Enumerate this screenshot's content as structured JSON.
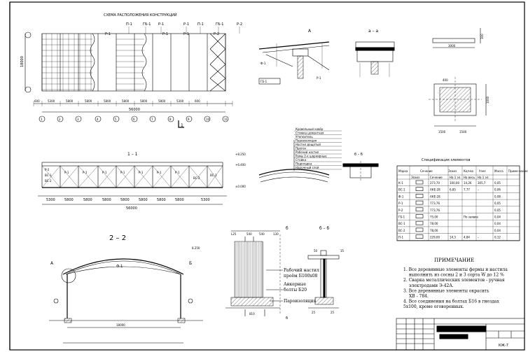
{
  "plan": {
    "title": "СХЕМА РАСПОЛОЖЕНИЯ КОНСТРУКЦИЙ",
    "marks_top": [
      "П-1",
      "ГБ-1",
      "Р-1",
      "Р-1",
      "П-1",
      "ГБ-1",
      "Р-2"
    ],
    "truss_labels": [
      "Р-1",
      "Р-1",
      "Р-1",
      "Р-2"
    ],
    "bottom_dims": [
      "600",
      "5300",
      "5800",
      "5800",
      "5800",
      "5800",
      "5800",
      "5800",
      "5300",
      "600"
    ],
    "total_dim": "56000",
    "axes": [
      "1",
      "2",
      "3",
      "4",
      "5",
      "6",
      "7",
      "8",
      "9",
      "10",
      "11"
    ],
    "left_dims": [
      "18000"
    ],
    "section_mark": "1"
  },
  "section11": {
    "title": "1 – 1",
    "labels": [
      "Р-2",
      "ВС-1",
      "ВС-2",
      "Р-1",
      "Р-1",
      "Р-1",
      "Р-1",
      "Р-1",
      "Р-1",
      "Р-1",
      "ВС-2",
      "ВС-1"
    ],
    "dims": [
      "5300",
      "5800",
      "5800",
      "5800",
      "5800",
      "5800",
      "5800",
      "5800",
      "5300"
    ],
    "total": "56000",
    "elev_top": "+8.250",
    "elev_mid": "+6.400",
    "elev_bot": "±0.000"
  },
  "section22": {
    "title": "2 – 2",
    "label_a": "А",
    "label_b": "Б",
    "label_mark": "Ф-1",
    "span": "18000",
    "elev": "8.250"
  },
  "nodeA": {
    "title": "А",
    "mark1": "Ф-1",
    "mark2": "ГБ-1",
    "mark3": "Р-1"
  },
  "section_aa": {
    "title": "а – а"
  },
  "detail_beam": {
    "dim1": "3000",
    "dim2": "300"
  },
  "detail_plate": {
    "dim1": "1500",
    "dim2": "1500",
    "dim3": "400",
    "dim4": "1000"
  },
  "roof_layers": {
    "items": [
      "Кровельный ковёр",
      "Стяжка цементная",
      "Утеплитель",
      "Пароизоляция",
      "Настил дощатый",
      "Прогон",
      "Рабочий настил",
      "Рамы 2-х шарнирные",
      "Стойка",
      "Подкладка",
      "Наружный слой"
    ]
  },
  "section_bb_top": {
    "title": "б – б"
  },
  "spec": {
    "title": "Спецификация элементов",
    "head": [
      "Марка",
      "Сечение",
      "Эскиз",
      "Кол-во",
      "Узел",
      "Масса",
      "Приме-чание"
    ],
    "subhead": [
      "Эскиз",
      "Сечение",
      "На 1 эл.",
      "На весь",
      "На 1 эл."
    ],
    "rows": [
      [
        "К-1",
        "",
        "273,70",
        "100,00",
        "14,26",
        "305,7",
        "0,05"
      ],
      [
        "ВС-1",
        "",
        "АКЕ-28",
        "6,85",
        "7,77",
        "–",
        "0,06"
      ],
      [
        "Ф-1",
        "",
        "АКЕ-28",
        "",
        "",
        "",
        "0,08"
      ],
      [
        "Р-1",
        "",
        "773,76",
        "",
        "",
        "",
        "0,05"
      ],
      [
        "Р-2",
        "",
        "773,76",
        "",
        "",
        "",
        "0,05"
      ],
      [
        "ГБ-1",
        "",
        "75,00",
        "",
        "По заявке",
        "",
        "0,04"
      ],
      [
        "ВС-1",
        "",
        "78,00",
        "",
        "",
        "",
        "0,04"
      ],
      [
        "ВС-2",
        "",
        "78,00",
        "",
        "",
        "",
        "0,04"
      ],
      [
        "П-1",
        "",
        "229,00",
        "14,3",
        "4,84",
        "–",
        "0,12"
      ]
    ]
  },
  "notes": {
    "title": "ПРИМЕЧАНИЕ",
    "lines": [
      "1. Все деревянные элементы фермы и настила",
      "выполнить из сосны 2 и 3 сорта W до 12 %",
      "2. Сварка металлических элементов - ручная",
      "электродами Э-42А.",
      "3. Все деревянные элементы окрасить",
      "ХВ - 784.",
      "4. Все соединения на болтах Б16 в гнездах",
      "5х100, кроме оговоренных."
    ]
  },
  "detail_bottom": {
    "title": "б",
    "title2": "б – б",
    "dims_top": [
      "L25",
      "540",
      "540",
      "130"
    ],
    "labels": [
      "Рабочий настил",
      "проём Б100х08",
      "Анкерные",
      "болты Б20",
      "Пароизоляция"
    ],
    "dims_bot": [
      "810",
      "25",
      "25",
      "35",
      "50"
    ],
    "section_mark": "б"
  },
  "stamp": {
    "code": "КЖ-7",
    "cells": [
      "",
      "",
      "",
      "",
      "",
      ""
    ]
  }
}
